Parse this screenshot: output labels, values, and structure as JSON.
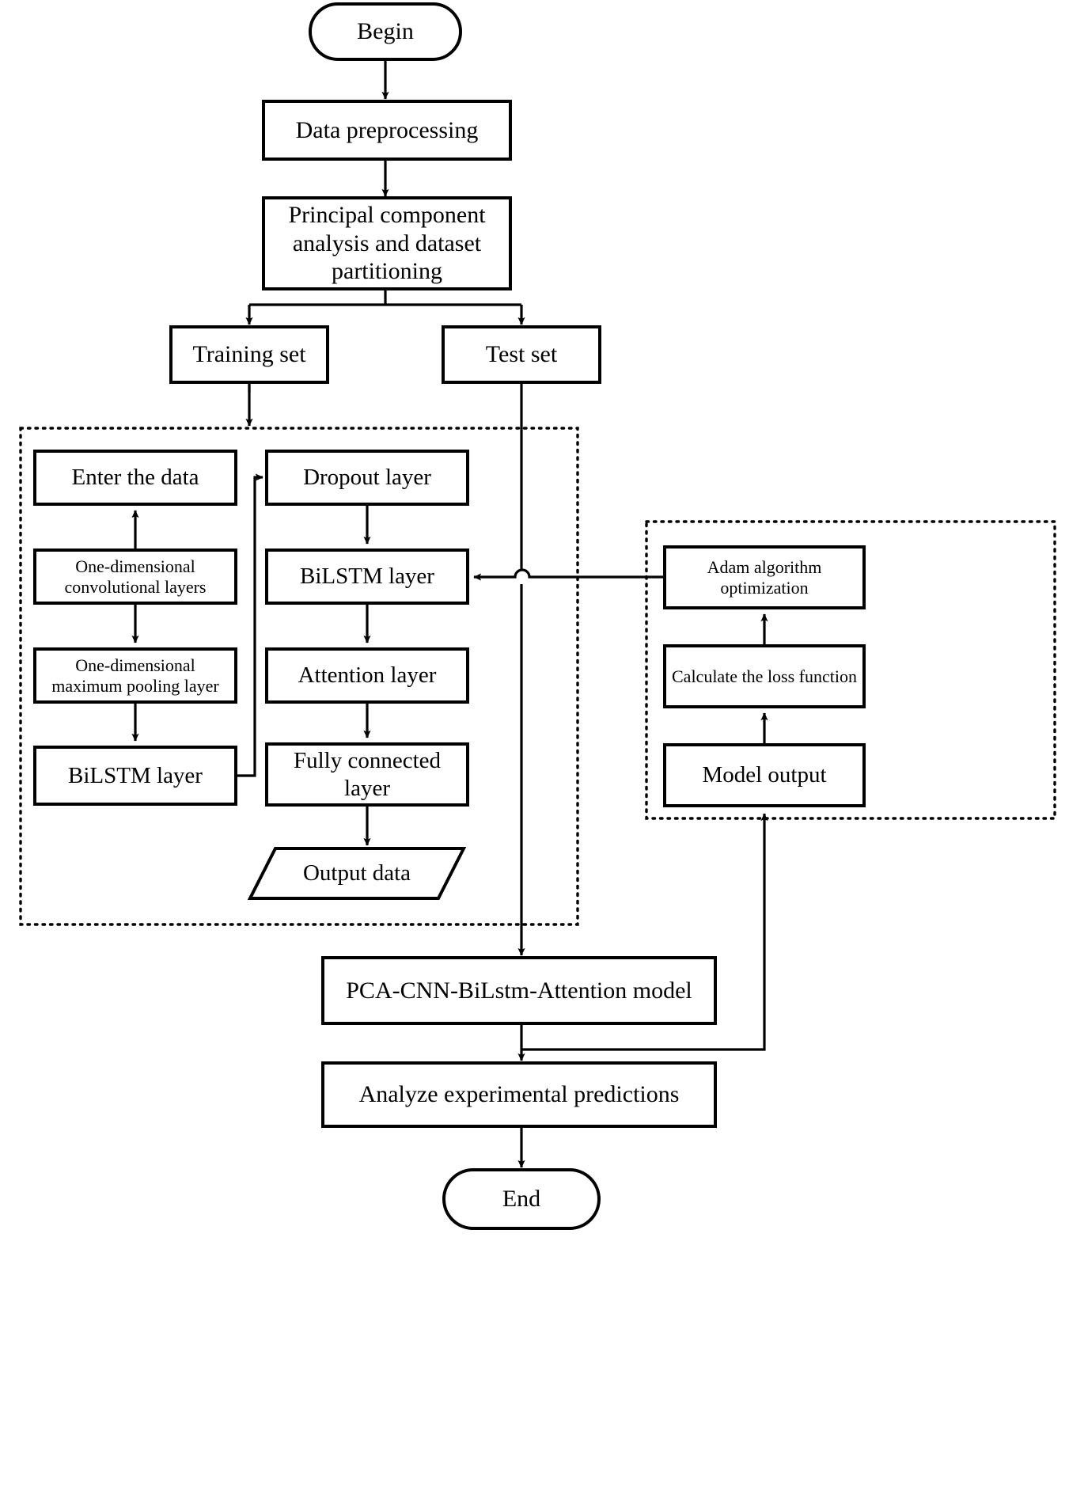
{
  "diagram": {
    "title": "PCA-CNN-BiLSTM-Attention model flowchart",
    "colors": {
      "stroke": "#000000",
      "fill": "#ffffff",
      "background": "#ffffff"
    }
  },
  "nodes": {
    "begin": {
      "label": "Begin",
      "shape": "stadium"
    },
    "data_preprocessing": {
      "label": "Data preprocessing",
      "shape": "rect"
    },
    "pca_partition": {
      "label": "Principal component analysis and dataset partitioning",
      "shape": "rect"
    },
    "training_set": {
      "label": "Training set",
      "shape": "rect"
    },
    "test_set": {
      "label": "Test set",
      "shape": "rect"
    },
    "enter_the_data": {
      "label": "Enter the data",
      "shape": "rect"
    },
    "conv1d": {
      "label": "One-dimensional convolutional layers",
      "shape": "rect"
    },
    "maxpool1d": {
      "label": "One-dimensional maximum pooling layer",
      "shape": "rect"
    },
    "bilstm_left": {
      "label": "BiLSTM layer",
      "shape": "rect"
    },
    "dropout": {
      "label": "Dropout layer",
      "shape": "rect"
    },
    "bilstm_right": {
      "label": "BiLSTM layer",
      "shape": "rect"
    },
    "attention": {
      "label": "Attention layer",
      "shape": "rect"
    },
    "fully_connected": {
      "label": "Fully connected layer",
      "shape": "rect"
    },
    "output_data": {
      "label": "Output data",
      "shape": "parallelogram"
    },
    "adam": {
      "label": "Adam algorithm optimization",
      "shape": "rect"
    },
    "loss": {
      "label": "Calculate the loss function",
      "shape": "rect"
    },
    "model_output": {
      "label": "Model output",
      "shape": "rect"
    },
    "pca_model": {
      "label": "PCA-CNN-BiLstm-Attention model",
      "shape": "rect"
    },
    "analyze": {
      "label": "Analyze experimental predictions",
      "shape": "rect"
    },
    "end": {
      "label": "End",
      "shape": "stadium"
    }
  },
  "groups": {
    "model_group": {
      "style": "dotted",
      "label": ""
    },
    "optimization_group": {
      "style": "dotted",
      "label": ""
    }
  },
  "edges": [
    {
      "from": "begin",
      "to": "data_preprocessing"
    },
    {
      "from": "data_preprocessing",
      "to": "pca_partition"
    },
    {
      "from": "pca_partition",
      "to": "training_set"
    },
    {
      "from": "pca_partition",
      "to": "test_set"
    },
    {
      "from": "training_set",
      "to": "enter_the_data"
    },
    {
      "from": "conv1d",
      "to": "enter_the_data"
    },
    {
      "from": "conv1d",
      "to": "maxpool1d"
    },
    {
      "from": "maxpool1d",
      "to": "bilstm_left"
    },
    {
      "from": "bilstm_left",
      "to": "dropout"
    },
    {
      "from": "dropout",
      "to": "bilstm_right"
    },
    {
      "from": "bilstm_right",
      "to": "attention"
    },
    {
      "from": "attention",
      "to": "fully_connected"
    },
    {
      "from": "fully_connected",
      "to": "output_data"
    },
    {
      "from": "adam",
      "to": "bilstm_right"
    },
    {
      "from": "loss",
      "to": "adam"
    },
    {
      "from": "model_output",
      "to": "loss"
    },
    {
      "from": "test_set",
      "to": "pca_model"
    },
    {
      "from": "pca_model",
      "to": "analyze"
    },
    {
      "from": "analyze",
      "to": "end"
    },
    {
      "from": "pca_model",
      "to": "model_output"
    }
  ]
}
